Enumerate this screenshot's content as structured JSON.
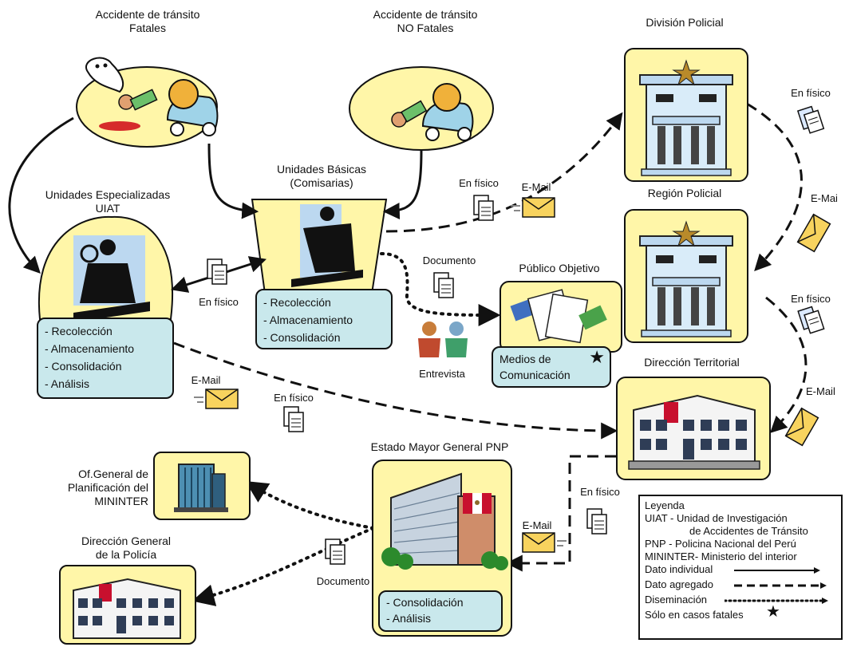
{
  "nodes": {
    "fatal": {
      "title": "Accidente de tránsito\nFatales"
    },
    "nonfatal": {
      "title": "Accidente de tránsito\nNO Fatales"
    },
    "division": {
      "title": "División Policial"
    },
    "region": {
      "title": "Región Policial"
    },
    "direccion_territorial": {
      "title": "Dirección Territorial"
    },
    "basic": {
      "title": "Unidades Básicas\n(Comisarias)",
      "tasks": [
        "- Recolección",
        "- Almacenamiento",
        "- Consolidación"
      ]
    },
    "special": {
      "title": "Unidades Especializadas\nUIAT",
      "tasks": [
        "- Recolección",
        "- Almacenamiento",
        "- Consolidación",
        "- Análisis"
      ]
    },
    "publico": {
      "title": "Público Objetivo",
      "media": "Medios de\nComunicación"
    },
    "estado_mayor": {
      "title": "Estado Mayor General PNP",
      "tasks": [
        "- Consolidación",
        "- Análisis"
      ]
    },
    "ofgeneral": {
      "title": "Of.General de\nPlanificación del\nMININTER"
    },
    "dir_general": {
      "title": "Dirección General\nde la Policía"
    }
  },
  "labels": {
    "en_fisico": "En físico",
    "email": "E-Mail",
    "email_cut": "E-Mai",
    "documento": "Documento",
    "entrevista": "Entrevista"
  },
  "legend": {
    "title": "Leyenda",
    "uiat_abbr": "UIAT -",
    "uiat_desc_1": "Unidad de Investigación",
    "uiat_desc_2": "de Accidentes de Tránsito",
    "pnp": "PNP - Policina Nacional del Perú",
    "mininter": "MININTER- Ministerio del interior",
    "individual": "Dato individual",
    "agregado": "Dato agregado",
    "diseminacion": "Diseminación",
    "fatales": "Sólo en casos fatales"
  },
  "colors": {
    "yellow": "#fff6a8",
    "teal": "#c9e8ec",
    "line": "#111111"
  }
}
